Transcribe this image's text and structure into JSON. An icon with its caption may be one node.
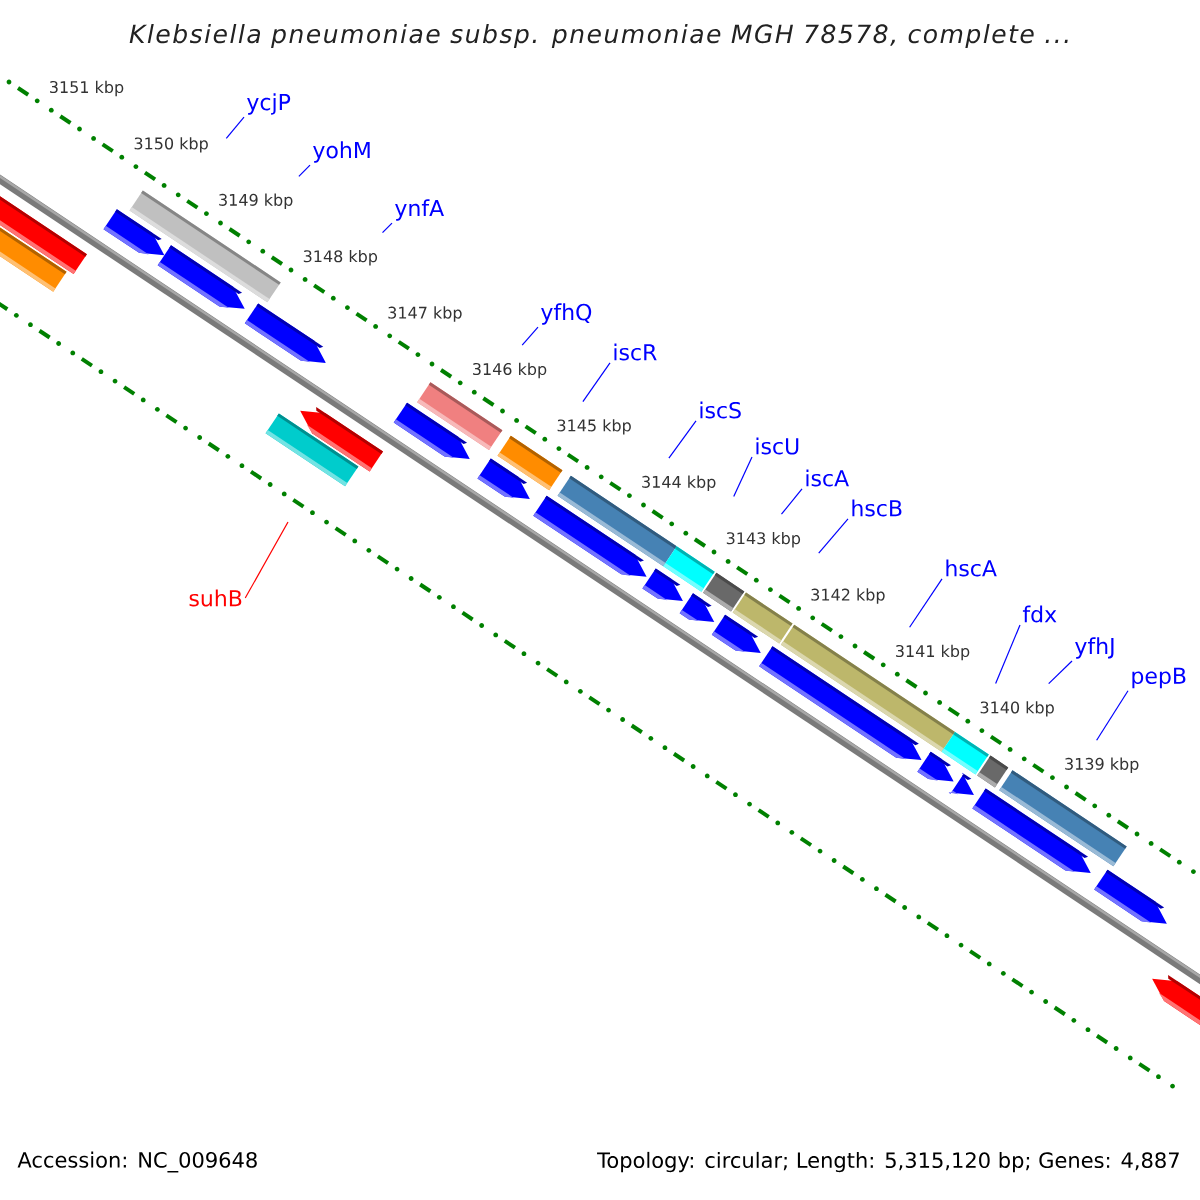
{
  "diagram": {
    "title": "Klebsiella pneumoniae subsp. pneumoniae MGH 78578, complete ...",
    "nodes": [
      {
        "text": [
          "ycjP"
        ]
      },
      {
        "text": [
          "yohM"
        ]
      },
      {
        "text": [
          "ynfA"
        ]
      },
      {
        "text": [
          "yfhQ"
        ]
      },
      {
        "text": [
          "iscR"
        ]
      },
      {
        "text": [
          "iscS"
        ]
      },
      {
        "text": [
          "iscU"
        ]
      },
      {
        "text": [
          "iscA"
        ]
      },
      {
        "text": [
          "hscB"
        ]
      },
      {
        "text": [
          "hscA"
        ]
      },
      {
        "text": [
          "fdx"
        ]
      },
      {
        "text": [
          "yfhJ"
        ]
      },
      {
        "text": [
          "pepB"
        ]
      },
      {
        "text": [
          "suhB"
        ]
      }
    ],
    "edges": [
      {
        "from": 0,
        "to": null,
        "arrow": "none"
      },
      {
        "from": 1,
        "to": null,
        "arrow": "none"
      },
      {
        "from": 2,
        "to": null,
        "arrow": "none"
      },
      {
        "from": 3,
        "to": null,
        "arrow": "none"
      },
      {
        "from": 4,
        "to": null,
        "arrow": "none"
      },
      {
        "from": 5,
        "to": null,
        "arrow": "none"
      },
      {
        "from": 6,
        "to": null,
        "arrow": "none"
      },
      {
        "from": 7,
        "to": null,
        "arrow": "none"
      },
      {
        "from": 8,
        "to": null,
        "arrow": "none"
      },
      {
        "from": 9,
        "to": null,
        "arrow": "none"
      },
      {
        "from": 10,
        "to": null,
        "arrow": "none"
      },
      {
        "from": 11,
        "to": null,
        "arrow": "none"
      },
      {
        "from": 12,
        "to": null,
        "arrow": "none"
      },
      {
        "from": 13,
        "to": null,
        "arrow": "none",
        "color": "#ff0000"
      }
    ],
    "labels": [
      "3151 kbp",
      "3150 kbp",
      "3149 kbp",
      "3148 kbp",
      "3147 kbp",
      "3146 kbp",
      "3145 kbp",
      "3144 kbp",
      "3143 kbp",
      "3142 kbp",
      "3141 kbp",
      "3140 kbp",
      "3139 kbp",
      "Accession: NC_009648",
      "Topology: circular; Length: 5,315,120 bp; Genes: 4,887"
    ]
  }
}
